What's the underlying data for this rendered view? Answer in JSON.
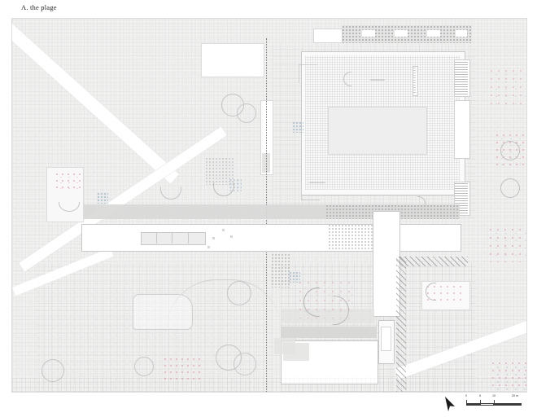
{
  "sheet": {
    "title": "A. the plage",
    "drawing_type": "site plan"
  },
  "legend": {
    "north_icon": "north-arrow-icon",
    "scale": {
      "ticks": [
        "0",
        "5",
        "10"
      ],
      "unit": "20 m"
    }
  },
  "palette": {
    "paper": "#ffffff",
    "ground": "#f1f1f0",
    "building": "#fdfdfd",
    "slab_gray": "#e3e3e2",
    "dark_gray": "#cfcfce",
    "line": "#c9c9c9",
    "blossom_pink": "#e8b9c6",
    "foliage_blue": "#b9c7d2",
    "ink": "#2b2b2b"
  },
  "plan_elements": {
    "courtyard_plaza": "central gridded plaza",
    "pool": "rectangular reflecting pool",
    "linear_building": "long horizontal bar building",
    "tower_block": "vertical slab building",
    "hatched_terrace": "diagonally hatched L-shaped terrace",
    "section_axis": "vertical dotted section line",
    "roads": "white curving pathways",
    "planting_beds": "rounded vegetation beds",
    "trees": "tree canopies with blossom"
  }
}
